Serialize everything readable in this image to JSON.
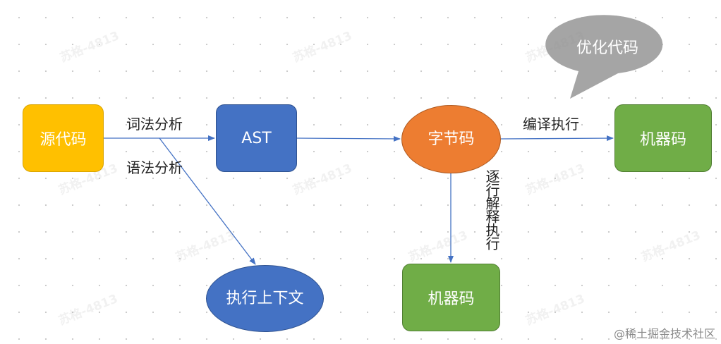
{
  "nodes": {
    "source_code": "源代码",
    "ast": "AST",
    "bytecode": "字节码",
    "machine_code_right": "机器码",
    "machine_code_bottom": "机器码",
    "execution_context": "执行上下文",
    "optimize_callout": "优化代码"
  },
  "edge_labels": {
    "lexical_analysis": "词法分析",
    "syntax_analysis": "语法分析",
    "compile_execute": "编译执行",
    "interpret_execute": "逐行解释执行"
  },
  "watermark": "苏格-4813",
  "footer_watermark": "@稀土掘金技术社区",
  "colors": {
    "source_fill": "#ffc000",
    "ast_fill": "#4472c4",
    "bytecode_fill": "#ed7d31",
    "machine_code_fill": "#70ad47",
    "callout_fill": "#a5a5a5",
    "arrow": "#4472c4"
  }
}
